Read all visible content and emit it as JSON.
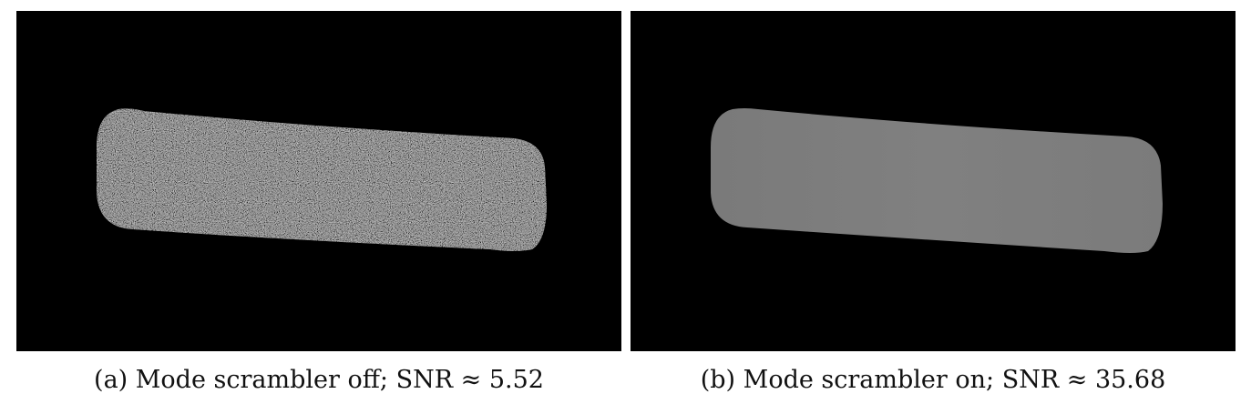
{
  "figure": {
    "panels": [
      {
        "caption": "(a) Mode scrambler off; SNR ≈ 5.52",
        "mode_scrambler": "off",
        "snr": 5.52,
        "appearance": "speckled-gray"
      },
      {
        "caption": "(b) Mode scrambler on; SNR ≈ 35.68",
        "mode_scrambler": "on",
        "snr": 35.68,
        "appearance": "uniform-gray"
      }
    ],
    "colors": {
      "background": "#000000",
      "specimen_speckled_base": "#5c5c5c",
      "specimen_uniform": "#7d7d7d"
    }
  }
}
